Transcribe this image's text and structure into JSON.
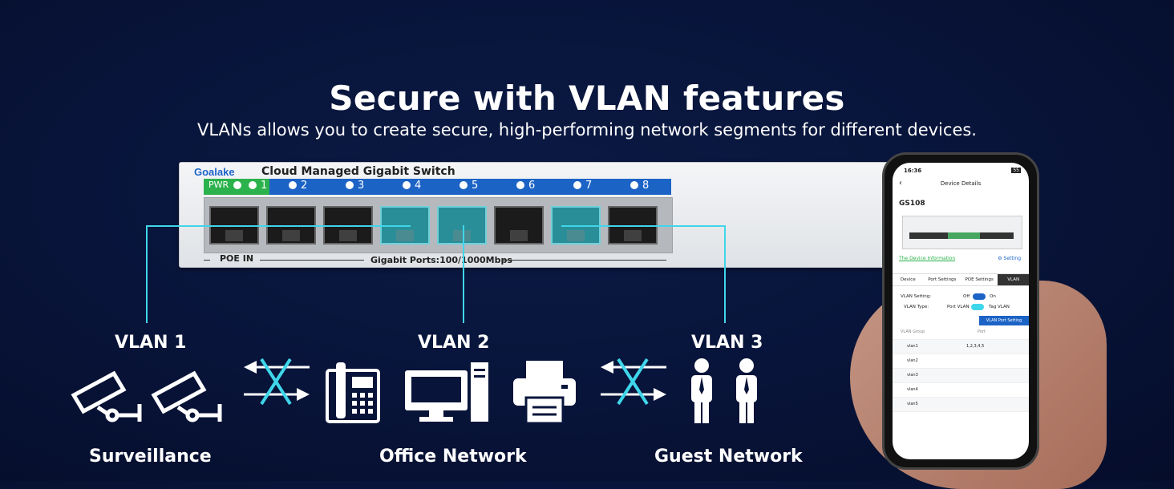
{
  "header": {
    "title": "Secure with VLAN features",
    "subtitle": "VLANs allows you to create secure, high-performing network segments for different devices."
  },
  "switch": {
    "brand": "Goalake",
    "model": "Cloud Managed Gigabit Switch",
    "pwr_label": "PWR",
    "ports": [
      "1",
      "2",
      "3",
      "4",
      "5",
      "6",
      "7",
      "8"
    ],
    "poe_in": "POE IN",
    "gigabit": "Gigabit Ports:100/1000Mbps"
  },
  "groups": [
    {
      "vlan": "VLAN 1",
      "name": "Surveillance",
      "icons": [
        "camera-icon",
        "camera-icon"
      ]
    },
    {
      "vlan": "VLAN 2",
      "name": "Office Network",
      "icons": [
        "phone-icon",
        "computer-icon",
        "printer-icon"
      ]
    },
    {
      "vlan": "VLAN 3",
      "name": "Guest Network",
      "icons": [
        "person-icon",
        "person-icon"
      ]
    }
  ],
  "phone_app": {
    "time": "16:36",
    "battery": "55",
    "screen_title": "Device Details",
    "device_name": "GS108",
    "device_info_link": "The Device Information",
    "setting_link": "Setting",
    "tabs": [
      "Device",
      "Port Settings",
      "POE Settings",
      "VLAN"
    ],
    "vlan_setting_label": "VLAN Setting:",
    "off": "Off",
    "on": "On",
    "vlan_type_label": "VLAN Type:",
    "port_vlan": "Port VLAN",
    "tag_vlan": "Tag VLAN",
    "port_setting_button": "VLAN Port Setting",
    "col_group": "VLAN Group",
    "col_port": "Port",
    "rows": [
      {
        "group": "vlan1",
        "port": "1,2,3,4,5"
      },
      {
        "group": "vlan2",
        "port": ""
      },
      {
        "group": "vlan3",
        "port": ""
      },
      {
        "group": "vlan4",
        "port": ""
      },
      {
        "group": "vlan5",
        "port": ""
      }
    ]
  },
  "colors": {
    "accent": "#3fd6ea",
    "background": "#08143a",
    "switch_bar": "#1c63c6",
    "pwr": "#2bb24c"
  }
}
